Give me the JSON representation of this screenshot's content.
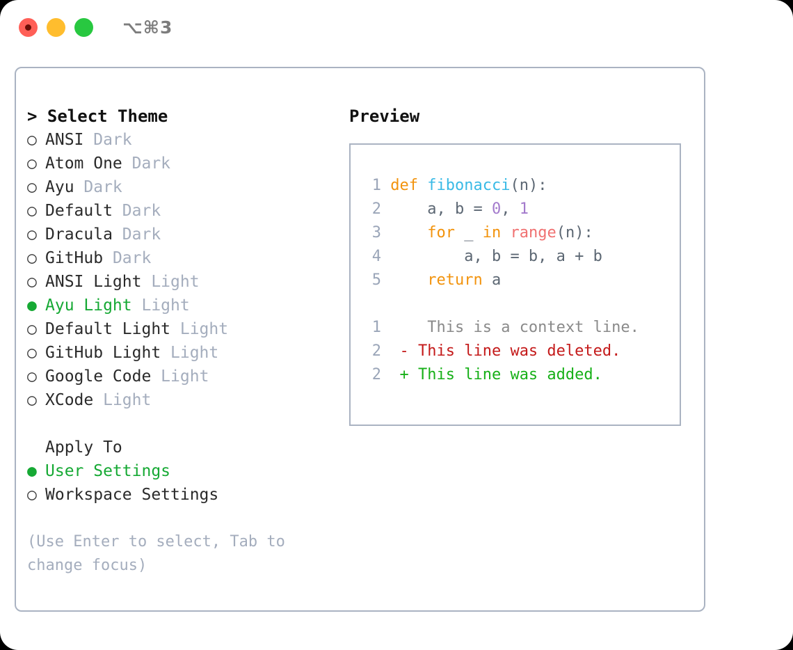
{
  "titlebar": {
    "shortcut": "⌥⌘3",
    "lights": [
      {
        "name": "close",
        "color": "#ff5f57"
      },
      {
        "name": "minimize",
        "color": "#ffbd2e"
      },
      {
        "name": "maximize",
        "color": "#28c840"
      }
    ]
  },
  "theme_picker": {
    "heading": "> Select Theme",
    "prompt_marker": ">",
    "bullet_empty": "○",
    "bullet_filled": "●",
    "items": [
      {
        "bullet": "○",
        "label": "ANSI",
        "variant": "Dark",
        "selected": false
      },
      {
        "bullet": "○",
        "label": "Atom One",
        "variant": "Dark",
        "selected": false
      },
      {
        "bullet": "○",
        "label": "Ayu",
        "variant": "Dark",
        "selected": false
      },
      {
        "bullet": "○",
        "label": "Default",
        "variant": "Dark",
        "selected": false
      },
      {
        "bullet": "○",
        "label": "Dracula",
        "variant": "Dark",
        "selected": false
      },
      {
        "bullet": "○",
        "label": "GitHub",
        "variant": "Dark",
        "selected": false
      },
      {
        "bullet": "○",
        "label": "ANSI Light",
        "variant": "Light",
        "selected": false
      },
      {
        "bullet": "●",
        "label": "Ayu Light",
        "variant": "Light",
        "selected": true
      },
      {
        "bullet": "○",
        "label": "Default Light",
        "variant": "Light",
        "selected": false
      },
      {
        "bullet": "○",
        "label": "GitHub Light",
        "variant": "Light",
        "selected": false
      },
      {
        "bullet": "○",
        "label": "Google Code",
        "variant": "Light",
        "selected": false
      },
      {
        "bullet": "○",
        "label": "XCode",
        "variant": "Light",
        "selected": false
      }
    ]
  },
  "apply_to": {
    "heading": "Apply To",
    "items": [
      {
        "bullet": "●",
        "label": "User Settings",
        "selected": true
      },
      {
        "bullet": "○",
        "label": "Workspace Settings",
        "selected": false
      }
    ]
  },
  "hint": "(Use Enter to select, Tab to change focus)",
  "preview": {
    "heading": "Preview",
    "code_lines": [
      {
        "num": "1",
        "indent": "",
        "tokens": [
          {
            "t": "def ",
            "c": "kw"
          },
          {
            "t": "fibonacci",
            "c": "fn"
          },
          {
            "t": "(n):",
            "c": "punc"
          }
        ]
      },
      {
        "num": "2",
        "indent": "    ",
        "tokens": [
          {
            "t": "a, b = ",
            "c": "var"
          },
          {
            "t": "0",
            "c": "num"
          },
          {
            "t": ", ",
            "c": "var"
          },
          {
            "t": "1",
            "c": "num"
          }
        ]
      },
      {
        "num": "3",
        "indent": "    ",
        "tokens": [
          {
            "t": "for ",
            "c": "kw"
          },
          {
            "t": "_ ",
            "c": "var"
          },
          {
            "t": "in ",
            "c": "kw"
          },
          {
            "t": "range",
            "c": "bi"
          },
          {
            "t": "(n):",
            "c": "punc"
          }
        ]
      },
      {
        "num": "4",
        "indent": "        ",
        "tokens": [
          {
            "t": "a, b = b, a + b",
            "c": "var"
          }
        ]
      },
      {
        "num": "5",
        "indent": "    ",
        "tokens": [
          {
            "t": "return ",
            "c": "kw"
          },
          {
            "t": "a",
            "c": "var"
          }
        ]
      }
    ],
    "diff_lines": [
      {
        "num": "1",
        "marker": " ",
        "text": "  This is a context line.",
        "kind": "ctx"
      },
      {
        "num": "2",
        "marker": "-",
        "text": " This line was deleted.",
        "kind": "del"
      },
      {
        "num": "2",
        "marker": "+",
        "text": " This line was added.",
        "kind": "add"
      }
    ]
  },
  "colors": {
    "accent_green": "#16a934",
    "muted": "#a4adbd",
    "border": "#aab3c2",
    "keyword": "#f2930d",
    "function": "#39bae6",
    "number": "#a37acc",
    "builtin": "#f07171",
    "diff_deleted": "#c41a1a",
    "diff_added": "#17b018"
  }
}
